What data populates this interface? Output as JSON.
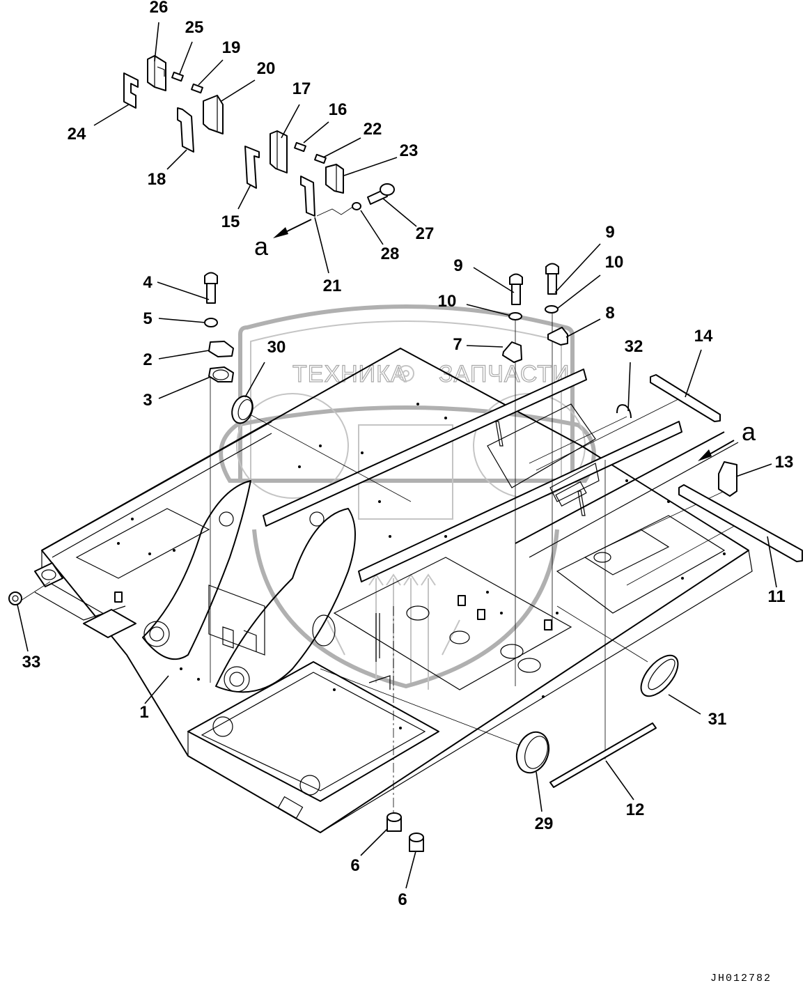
{
  "diagram": {
    "type": "exploded-parts-diagram",
    "subject": "excavator revolving frame (upper structure) with counterweight mounting hardware",
    "drawing_code": "JH012782",
    "watermark": {
      "text_left": "ТЕХНИКА",
      "text_right": "ЗАПЧАСТИ",
      "logo": "shield-with-letters-and-wheat"
    },
    "view_arrow_label": "a",
    "callouts": [
      {
        "id": "c1",
        "label": "1"
      },
      {
        "id": "c2",
        "label": "2"
      },
      {
        "id": "c3",
        "label": "3"
      },
      {
        "id": "c4",
        "label": "4"
      },
      {
        "id": "c5",
        "label": "5"
      },
      {
        "id": "c6a",
        "label": "6"
      },
      {
        "id": "c6b",
        "label": "6"
      },
      {
        "id": "c7",
        "label": "7"
      },
      {
        "id": "c8",
        "label": "8"
      },
      {
        "id": "c9a",
        "label": "9"
      },
      {
        "id": "c9b",
        "label": "9"
      },
      {
        "id": "c10a",
        "label": "10"
      },
      {
        "id": "c10b",
        "label": "10"
      },
      {
        "id": "c11",
        "label": "11"
      },
      {
        "id": "c12",
        "label": "12"
      },
      {
        "id": "c13",
        "label": "13"
      },
      {
        "id": "c14",
        "label": "14"
      },
      {
        "id": "c15",
        "label": "15"
      },
      {
        "id": "c16",
        "label": "16"
      },
      {
        "id": "c17",
        "label": "17"
      },
      {
        "id": "c18",
        "label": "18"
      },
      {
        "id": "c19",
        "label": "19"
      },
      {
        "id": "c20",
        "label": "20"
      },
      {
        "id": "c21",
        "label": "21"
      },
      {
        "id": "c22",
        "label": "22"
      },
      {
        "id": "c23",
        "label": "23"
      },
      {
        "id": "c24",
        "label": "24"
      },
      {
        "id": "c25",
        "label": "25"
      },
      {
        "id": "c26",
        "label": "26"
      },
      {
        "id": "c27",
        "label": "27"
      },
      {
        "id": "c28",
        "label": "28"
      },
      {
        "id": "c29",
        "label": "29"
      },
      {
        "id": "c30",
        "label": "30"
      },
      {
        "id": "c31",
        "label": "31"
      },
      {
        "id": "c32",
        "label": "32"
      },
      {
        "id": "c33",
        "label": "33"
      }
    ]
  }
}
